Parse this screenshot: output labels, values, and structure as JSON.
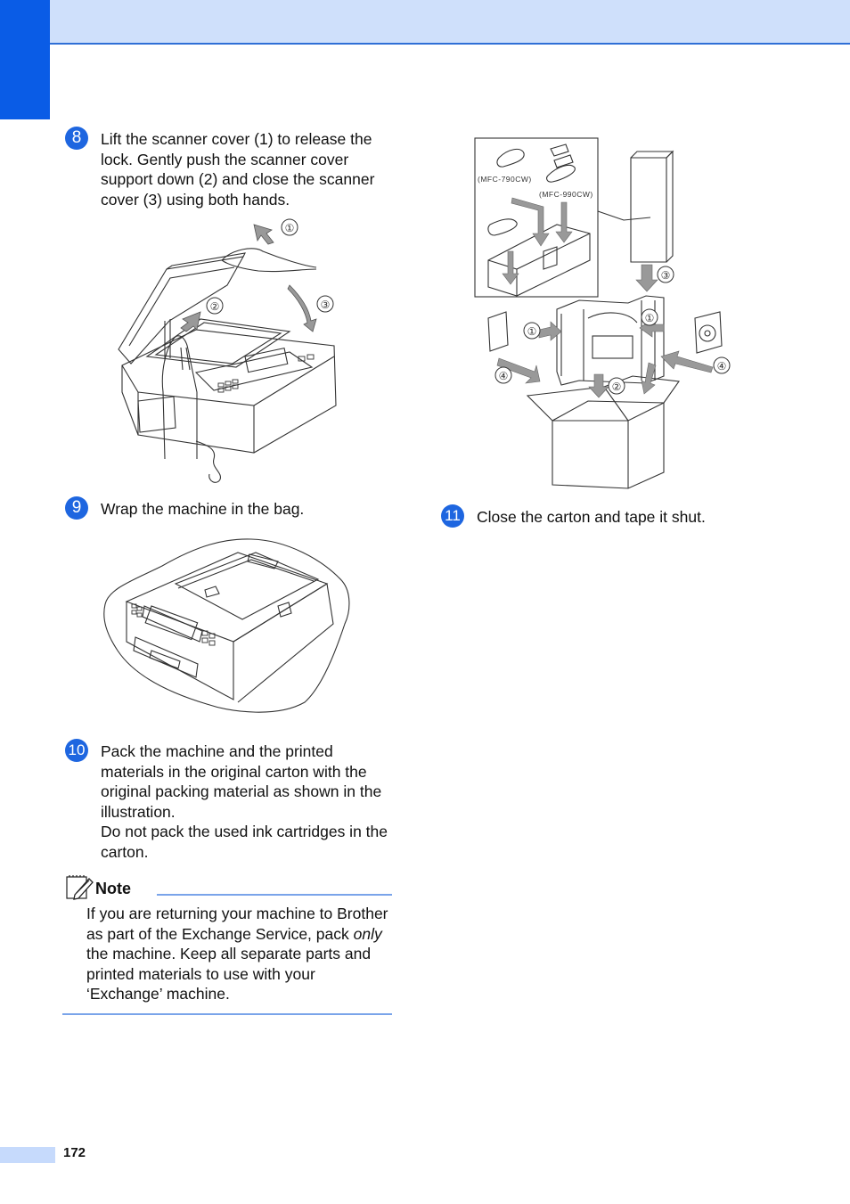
{
  "steps": {
    "s8": {
      "badge": "8",
      "text": "Lift the scanner cover (1) to release the lock. Gently push the scanner cover support down (2) and close the scanner cover (3) using both hands."
    },
    "s9": {
      "badge": "9",
      "text": "Wrap the machine in the bag."
    },
    "s10": {
      "badge": "10",
      "line1": "Pack the machine and the printed materials in the original carton with the original packing material as shown in the illustration.",
      "line2": "Do not pack the used ink cartridges in the carton."
    },
    "s11": {
      "badge": "11",
      "text": "Close the carton and tape it shut."
    }
  },
  "note": {
    "title": "Note",
    "text_before": "If you are returning your machine to Brother as part of the Exchange Service, pack ",
    "text_emphasis": "only",
    "text_after": " the machine. Keep all separate parts and printed materials to use with your ‘Exchange’ machine."
  },
  "illustrations": {
    "scanner": {
      "callout1": "①",
      "callout2": "②",
      "callout3": "③"
    },
    "packing": {
      "model_a": "(MFC-790CW)",
      "model_b": "(MFC-990CW)",
      "callout1a": "①",
      "callout1b": "①",
      "callout2": "②",
      "callout3": "③",
      "callout4a": "④",
      "callout4b": "④"
    }
  },
  "footer": {
    "page_number": "172"
  },
  "colors": {
    "accent": "#1e66e0",
    "tab": "#0a5ce6",
    "header": "#cfe0fb",
    "rule": "#7aa4ea"
  }
}
